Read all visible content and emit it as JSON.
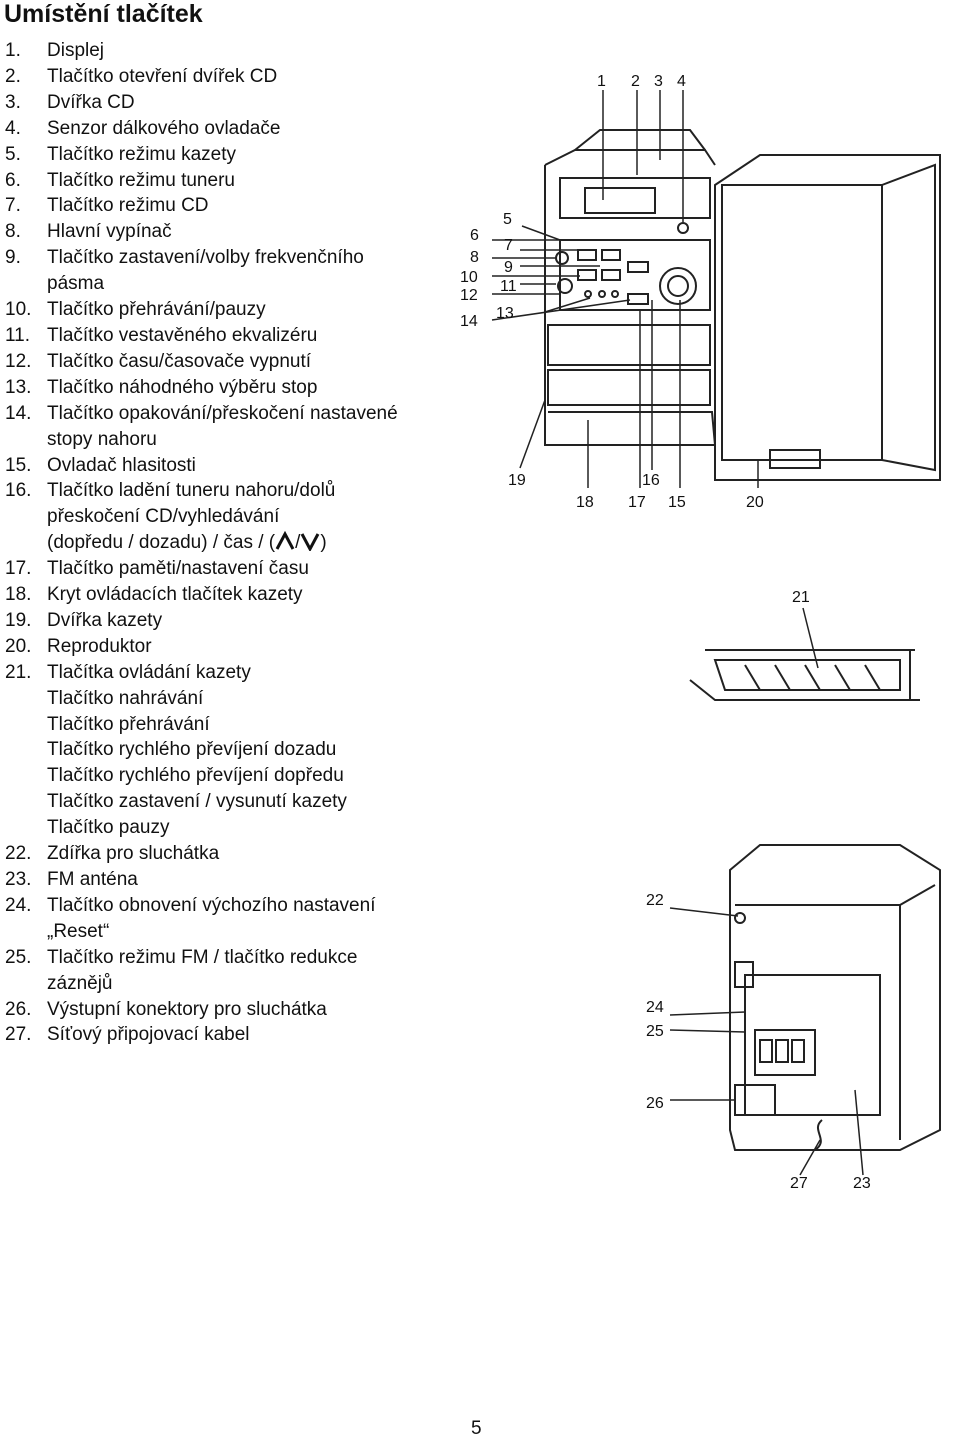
{
  "title": "Umístění tlačítek",
  "items": [
    {
      "num": "1.",
      "text": "Displej"
    },
    {
      "num": "2.",
      "text": "Tlačítko otevření dvířek CD"
    },
    {
      "num": "3.",
      "text": "Dvířka CD"
    },
    {
      "num": "4.",
      "text": "Senzor dálkového ovladače"
    },
    {
      "num": "5.",
      "text": "Tlačítko režimu kazety"
    },
    {
      "num": "6.",
      "text": "Tlačítko režimu tuneru"
    },
    {
      "num": "7.",
      "text": "Tlačítko režimu CD"
    },
    {
      "num": "8.",
      "text": "Hlavní vypínač"
    },
    {
      "num": "9.",
      "text": "Tlačítko zastavení/volby frekvenčního",
      "cont": "pásma"
    },
    {
      "num": "10.",
      "text": "Tlačítko přehrávání/pauzy"
    },
    {
      "num": "11.",
      "text": "Tlačítko vestavěného ekvalizéru"
    },
    {
      "num": "12.",
      "text": "Tlačítko času/časovače vypnutí"
    },
    {
      "num": "13.",
      "text": "Tlačítko náhodného výběru stop"
    },
    {
      "num": "14.",
      "text": "Tlačítko opakování/přeskočení nastavené",
      "cont": "stopy nahoru"
    },
    {
      "num": "15.",
      "text": "Ovladač hlasitosti"
    },
    {
      "num": "16.",
      "text": "Tlačítko ladění tuneru nahoru/dolů",
      "cont": "přeskočení CD/vyhledávání",
      "cont2a": "(dopředu / dozadu) / čas / (",
      "cont2b": "/",
      "cont2c": ")"
    },
    {
      "num": "17.",
      "text": "Tlačítko paměti/nastavení času"
    },
    {
      "num": "18.",
      "text": "Kryt ovládacích tlačítek kazety"
    },
    {
      "num": "19.",
      "text": "Dvířka kazety"
    },
    {
      "num": "20.",
      "text": "Reproduktor"
    },
    {
      "num": "21.",
      "text": "Tlačítka ovládání kazety",
      "subs": [
        "Tlačítko nahrávání",
        "Tlačítko přehrávání",
        "Tlačítko rychlého převíjení dozadu",
        "Tlačítko rychlého převíjení dopředu",
        "Tlačítko zastavení / vysunutí kazety",
        "Tlačítko pauzy"
      ]
    },
    {
      "num": "22.",
      "text": "Zdířka pro sluchátka"
    },
    {
      "num": "23.",
      "text": "FM anténa"
    },
    {
      "num": "24.",
      "text": "Tlačítko obnovení výchozího nastavení",
      "cont": "„Reset“"
    },
    {
      "num": "25.",
      "text": "Tlačítko režimu FM / tlačítko redukce",
      "cont": "záznějů"
    },
    {
      "num": "26.",
      "text": "Výstupní konektory pro sluchátka"
    },
    {
      "num": "27.",
      "text": "Síťový připojovací kabel"
    }
  ],
  "callouts": {
    "front_top": [
      "1",
      "2",
      "3",
      "4"
    ],
    "front_left": [
      "5",
      "6",
      "7",
      "8",
      "9",
      "10",
      "11",
      "12",
      "13",
      "14"
    ],
    "front_bottom": [
      "19",
      "16",
      "18",
      "17",
      "15",
      "20"
    ],
    "cassette": [
      "21"
    ],
    "rear": [
      "22",
      "24",
      "25",
      "26",
      "27",
      "23"
    ]
  },
  "page_number": "5"
}
